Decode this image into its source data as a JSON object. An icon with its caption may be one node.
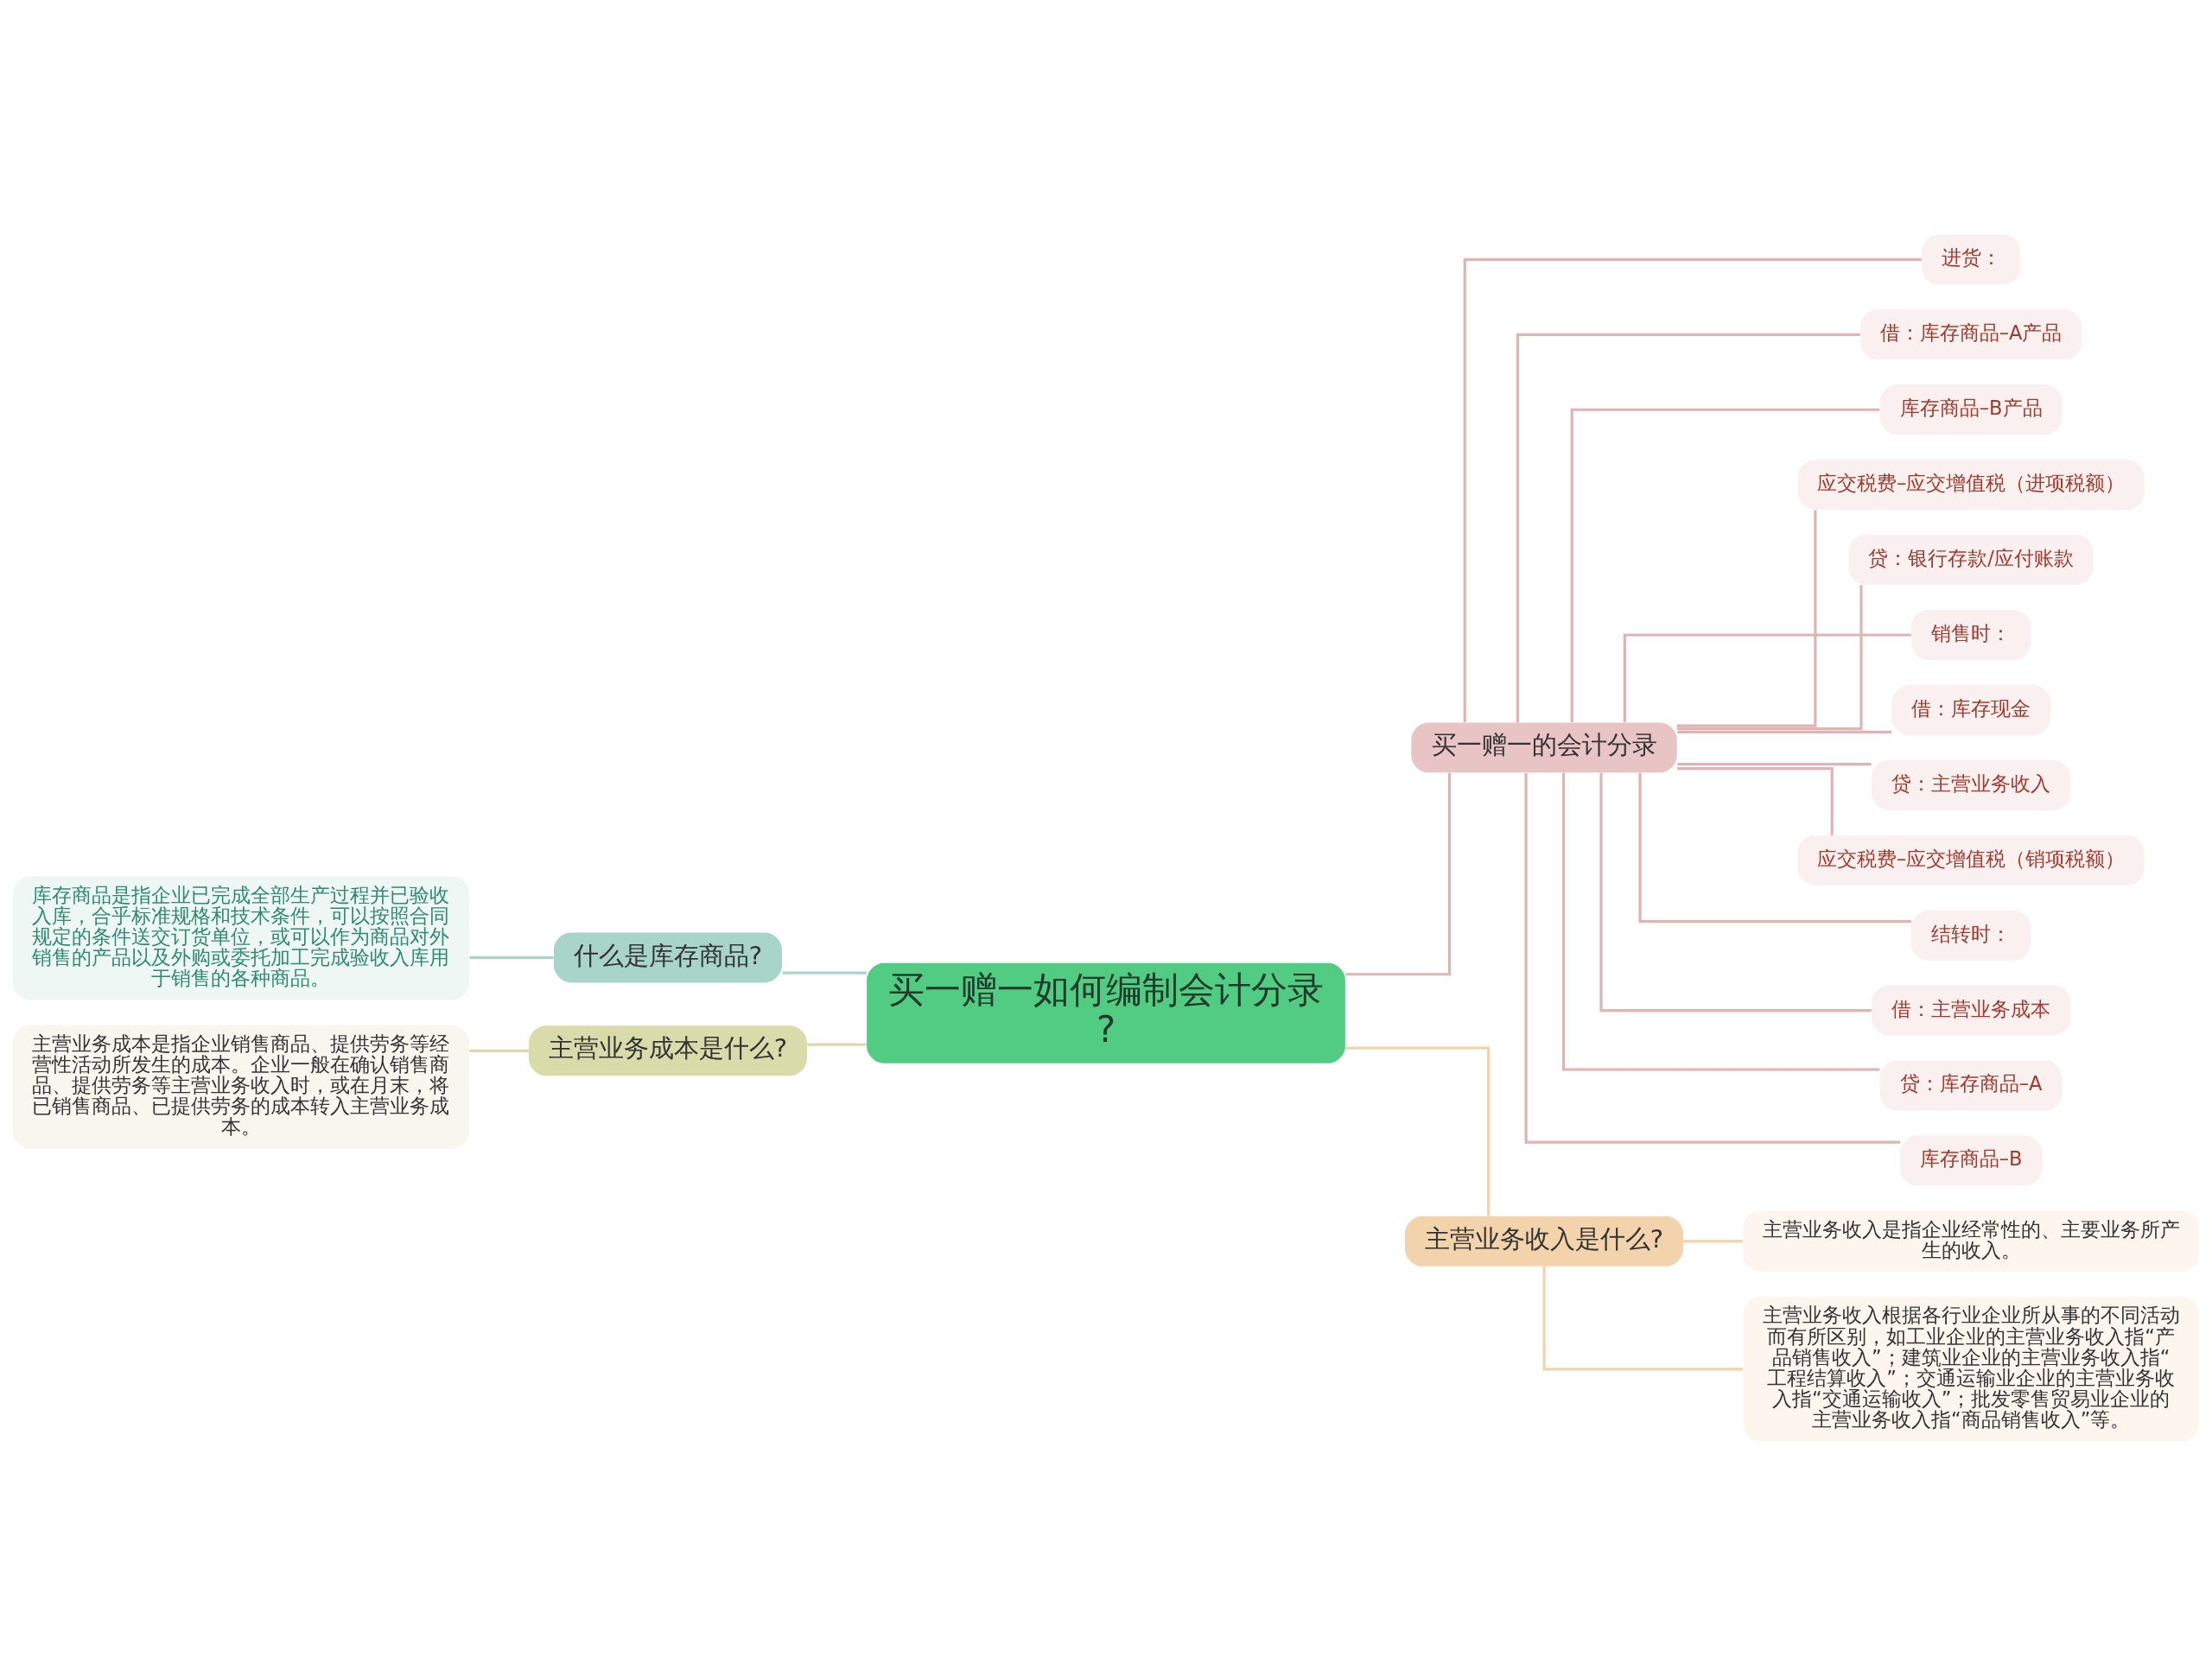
{
  "diagram": {
    "nodes": [
      {
        "text": [
          "买一赠一如何编制会计分录?"
        ]
      },
      {
        "text": [
          "什么是库存商品?"
        ]
      },
      {
        "text": [
          "库存商品是指企业已完成全部生产过程并已验收入库，合乎标准规格和技术条件，可以按照合同规定的条件送交订货单位，或可以作为商品对外销售的产品以及外购或委托加工完成验收入库用于销售的各种商品。"
        ]
      },
      {
        "text": [
          "主营业务成本是什么?"
        ]
      },
      {
        "text": [
          "主营业务成本是指企业销售商品、提供劳务等经营性活动所发生的成本。企业一般在确认销售商品、提供劳务等主营业务收入时，或在月末，将已销售商品、已提供劳务的成本转入主营业务成本。"
        ]
      },
      {
        "text": [
          "买一赠一的会计分录"
        ]
      },
      {
        "text": [
          "进货："
        ]
      },
      {
        "text": [
          "借：库存商品–A产品"
        ]
      },
      {
        "text": [
          "库存商品–B产品"
        ]
      },
      {
        "text": [
          "应交税费–应交增值税（进项税额）"
        ]
      },
      {
        "text": [
          "贷：银行存款/应付账款"
        ]
      },
      {
        "text": [
          "销售时："
        ]
      },
      {
        "text": [
          "借：库存现金"
        ]
      },
      {
        "text": [
          "贷：主营业务收入"
        ]
      },
      {
        "text": [
          "应交税费–应交增值税（销项税额）"
        ]
      },
      {
        "text": [
          "结转时："
        ]
      },
      {
        "text": [
          "借：主营业务成本"
        ]
      },
      {
        "text": [
          "贷：库存商品–A"
        ]
      },
      {
        "text": [
          "库存商品–B"
        ]
      },
      {
        "text": [
          "主营业务收入是什么?"
        ]
      },
      {
        "text": [
          "主营业务收入是指企业经常性的、主要业务所产生的收入。"
        ]
      },
      {
        "text": [
          "主营业务收入根据各行业企业所从事的不同活动而有所区别，如工业企业的主营业务收入指“产品销售收入”；建筑业企业的主营业务收入指“工程结算收入”；交通运输业企业的主营业务收入指“交通运输收入”；批发零售贸易业企业的主营业务收入指“商品销售收入”等。"
        ]
      }
    ],
    "edges": [
      {
        "from": 0,
        "to": 1,
        "arrow": "none",
        "color": "#a8d5c8"
      },
      {
        "from": 1,
        "to": 2,
        "arrow": "none",
        "color": "#a8d5c8"
      },
      {
        "from": 0,
        "to": 3,
        "arrow": "none",
        "color": "#d9dcaa"
      },
      {
        "from": 3,
        "to": 4,
        "arrow": "none",
        "color": "#d9dcaa"
      },
      {
        "from": 0,
        "to": 5,
        "arrow": "none"
      },
      {
        "from": 5,
        "to": 6,
        "arrow": "none"
      },
      {
        "from": 5,
        "to": 7,
        "arrow": "none"
      },
      {
        "from": 5,
        "to": 8,
        "arrow": "none"
      },
      {
        "from": 5,
        "to": 9,
        "arrow": "none"
      },
      {
        "from": 5,
        "to": 10,
        "arrow": "none"
      },
      {
        "from": 5,
        "to": 11,
        "arrow": "none"
      },
      {
        "from": 5,
        "to": 12,
        "arrow": "none"
      },
      {
        "from": 5,
        "to": 13,
        "arrow": "none"
      },
      {
        "from": 5,
        "to": 14,
        "arrow": "none"
      },
      {
        "from": 5,
        "to": 15,
        "arrow": "none"
      },
      {
        "from": 5,
        "to": 16,
        "arrow": "none"
      },
      {
        "from": 5,
        "to": 17,
        "arrow": "none"
      },
      {
        "from": 5,
        "to": 18,
        "arrow": "none"
      },
      {
        "from": 0,
        "to": 19,
        "arrow": "none",
        "color": "#f2d3ab"
      },
      {
        "from": 19,
        "to": 20,
        "arrow": "none",
        "color": "#f2d3ab"
      },
      {
        "from": 19,
        "to": 21,
        "arrow": "none",
        "color": "#f2d3ab"
      }
    ]
  }
}
